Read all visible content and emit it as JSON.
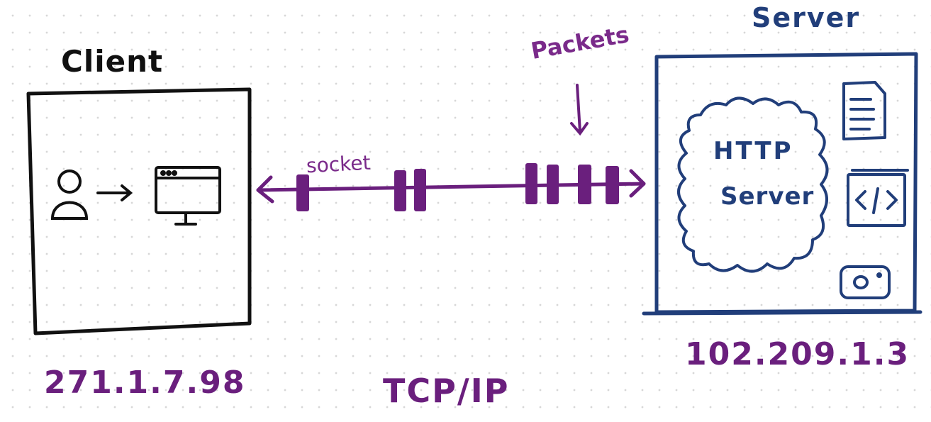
{
  "client": {
    "title": "Client",
    "ip": "271.1.7.98"
  },
  "server": {
    "title": "Server",
    "ip": "102.209.1.3",
    "process_line1": "HTTP",
    "process_line2": "Server"
  },
  "connection": {
    "socket_label": "socket",
    "packets_label": "Packets",
    "protocol": "TCP/IP"
  },
  "icons": [
    "user-icon",
    "browser-window-icon",
    "document-icon",
    "code-file-icon",
    "image-file-icon",
    "arrow-right-icon",
    "arrow-down-icon"
  ],
  "colors": {
    "ink": "#111111",
    "server_blue": "#213e7a",
    "network_purple": "#6a1f7d"
  }
}
